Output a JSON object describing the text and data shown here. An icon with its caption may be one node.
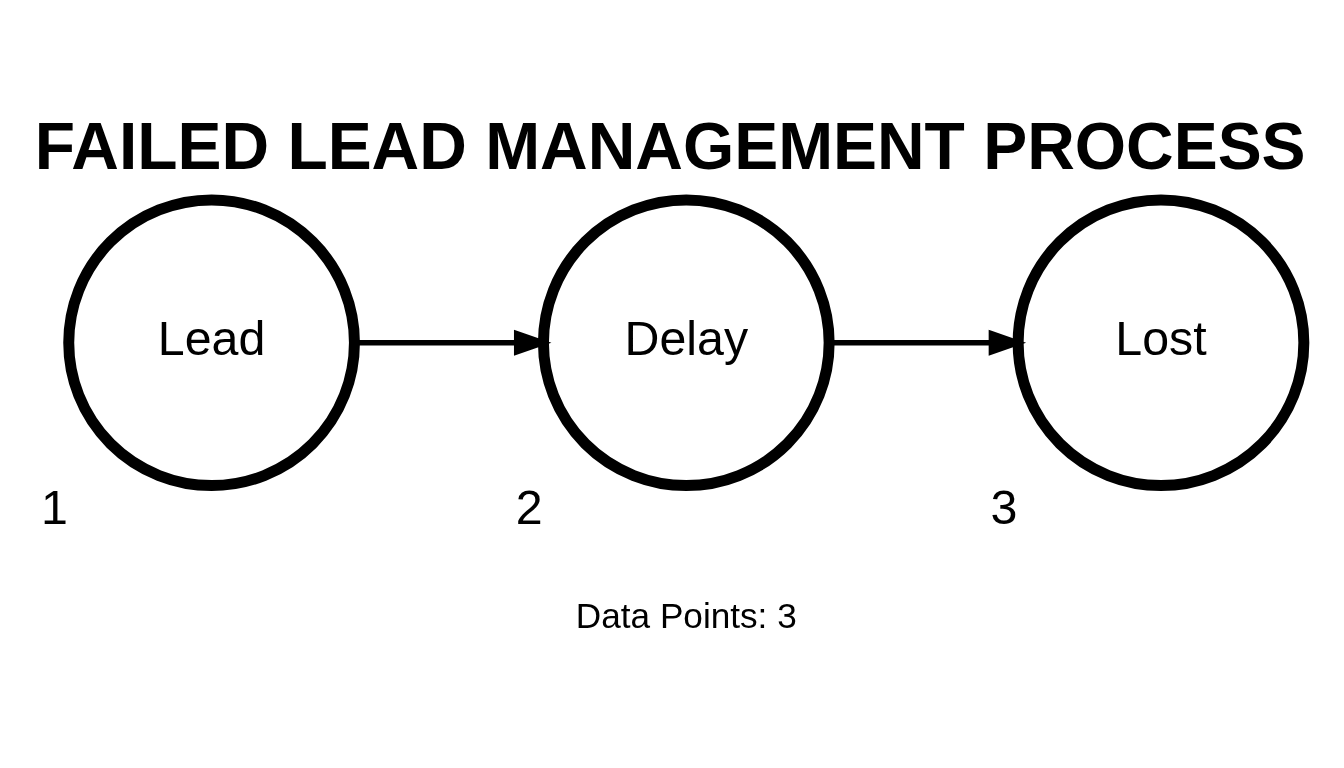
{
  "diagram": {
    "title": "FAILED LEAD MANAGEMENT PROCESS",
    "nodes": [
      {
        "text": [
          "Lead"
        ],
        "beside": [
          "1"
        ]
      },
      {
        "text": [
          "Delay"
        ],
        "beside": [
          "2"
        ]
      },
      {
        "text": [
          "Lost"
        ],
        "beside": [
          "3"
        ]
      }
    ],
    "edges": [
      {
        "from": 0,
        "to": 1,
        "arrow": "to"
      },
      {
        "from": 1,
        "to": 2,
        "arrow": "to"
      }
    ],
    "labels": [
      "Data Points: 3"
    ]
  }
}
